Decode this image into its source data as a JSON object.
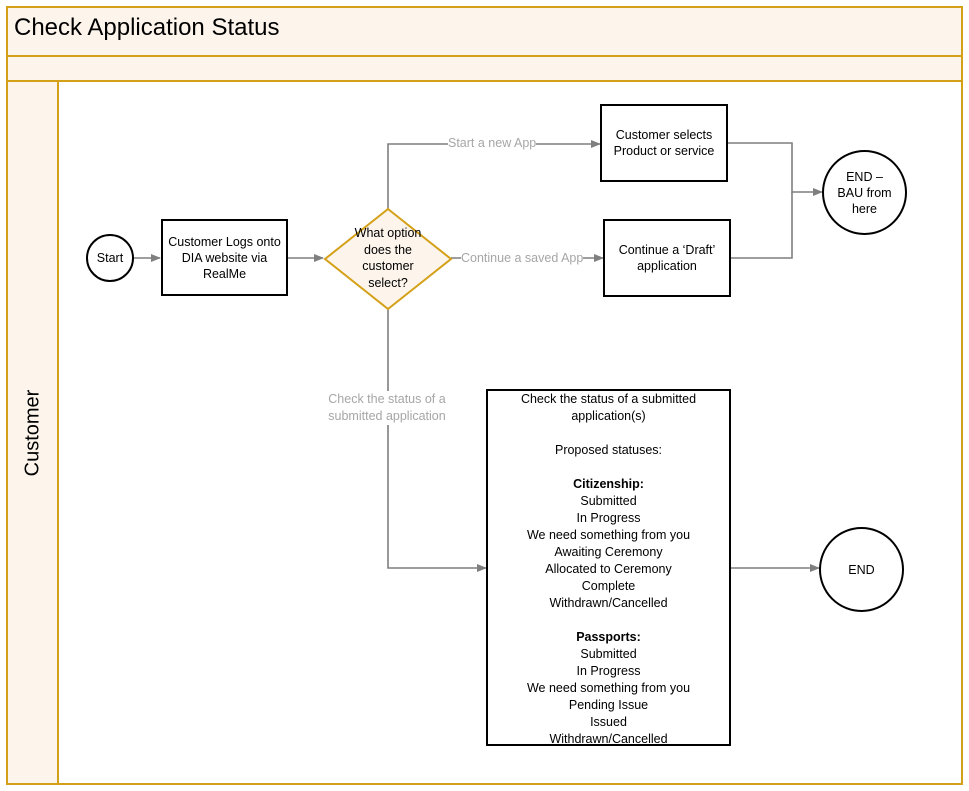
{
  "title": "Check Application Status",
  "lane": {
    "label": "Customer"
  },
  "nodes": {
    "start": "Start",
    "login": "Customer Logs onto DIA website via RealMe",
    "decision": "What option does the customer select?",
    "select_product": "Customer selects Product or service",
    "continue_draft": "Continue a ‘Draft’ application",
    "end_bau": "END – BAU from here",
    "end": "END"
  },
  "edges": {
    "new_app": "Start a new App",
    "saved_app": "Continue a saved App",
    "check_status": "Check the status of a submitted application"
  },
  "status_box": {
    "heading": "Check the status of a submitted application(s)",
    "proposed": "Proposed statuses:",
    "citizenship_title": "Citizenship:",
    "citizenship": [
      "Submitted",
      "In Progress",
      "We need something from you",
      "Awaiting Ceremony",
      "Allocated to Ceremony",
      "Complete",
      "Withdrawn/Cancelled"
    ],
    "passports_title": "Passports:",
    "passports": [
      "Submitted",
      "In Progress",
      "We need something from you",
      "Pending Issue",
      "Issued",
      "Withdrawn/Cancelled"
    ]
  },
  "colors": {
    "lane_border": "#d4a017",
    "lane_fill": "#fdf5ec",
    "connector": "#7f7f7f",
    "edge_label": "#a6a6a6"
  }
}
